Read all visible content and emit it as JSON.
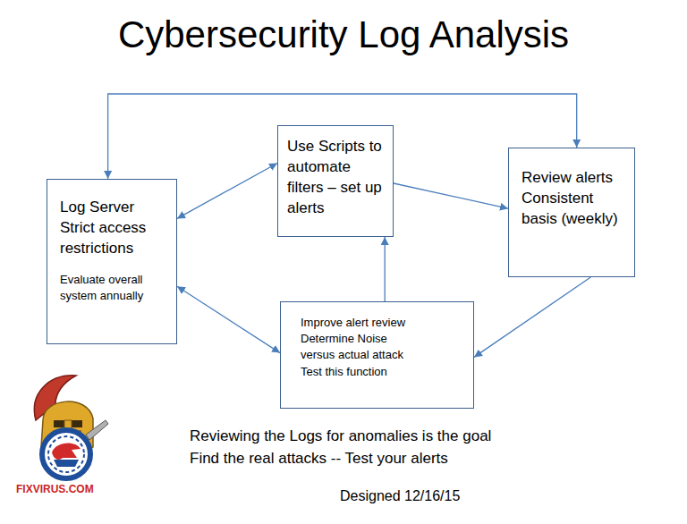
{
  "diagram": {
    "title": "Cybersecurity Log Analysis",
    "nodes": [
      {
        "text": [
          "Log Server Strict access restrictions",
          "Evaluate overall system annually"
        ]
      },
      {
        "text": [
          "Use Scripts to automate filters – set up alerts"
        ]
      },
      {
        "text": [
          "Review alerts Consistent basis (weekly)"
        ]
      },
      {
        "text": [
          "Improve alert review Determine Noise versus actual attack Test this function"
        ]
      }
    ],
    "edges": [
      {
        "from": 0,
        "to": 1,
        "arrow": "both"
      },
      {
        "from": 1,
        "to": 2,
        "arrow": "to"
      },
      {
        "from": 0,
        "to": 2,
        "arrow": "both"
      },
      {
        "from": 2,
        "to": 3,
        "arrow": "to"
      },
      {
        "from": 3,
        "to": 1,
        "arrow": "to"
      },
      {
        "from": 0,
        "to": 3,
        "arrow": "both"
      }
    ],
    "labels": [
      "Reviewing the Logs for anomalies is the goal",
      "Find the real attacks -- Test your alerts",
      "Designed 12/16/15",
      "FIXVIRUS.COM"
    ]
  }
}
